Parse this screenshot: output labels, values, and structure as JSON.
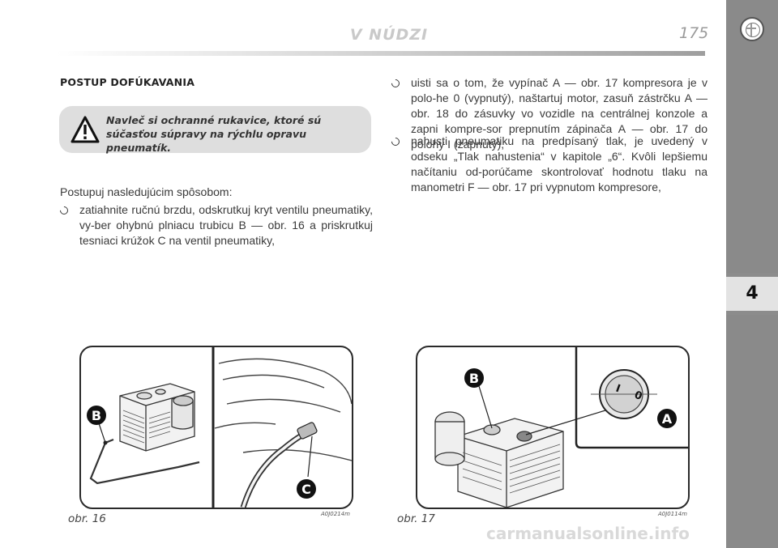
{
  "header": {
    "title": "V NÚDZI",
    "page_number": "175"
  },
  "sidebar": {
    "chapter": "4"
  },
  "section_title": "POSTUP DOFÚKAVANIA",
  "warning": {
    "text": "Navleč si ochranné rukavice, ktoré sú súčasťou súpravy na rýchlu opravu pneumatík."
  },
  "intro": "Postupuj nasledujúcim spôsobom:",
  "bullets": [
    "zatiahnite ručnú brzdu, odskrutkuj kryt ventilu pneumatiky, vy-ber ohybnú plniacu trubicu B — obr. 16 a priskrutkuj tesniaci krúžok C na ventil pneumatiky,",
    "uisti sa o tom, že vypínač A — obr. 17 kompresora je v polo-he 0 (vypnutý), naštartuj motor, zasuň zástrčku A — obr. 18 do zásuvky vo vozidle na centrálnej konzole a zapni kompre-sor prepnutím zápinača A — obr. 17 do polohy I (zapnutý),",
    "nahusti pneumatiku na predpísaný tlak, je uvedený v odseku „Tlak nahustenia“ v kapitole „6“. Kvôli lepšiemu načítaniu od-porúčame skontrolovať hodnotu tlaku na manometri F — obr. 17 pri vypnutom kompresore,"
  ],
  "figures": [
    {
      "caption": "obr. 16",
      "code": "A0J0214m",
      "labels": [
        "B",
        "C"
      ]
    },
    {
      "caption": "obr. 17",
      "code": "A0J0114m",
      "labels": [
        "B",
        "A"
      ],
      "switch_labels": [
        "I",
        "0"
      ]
    }
  ],
  "watermark": "carmanualsonline.info"
}
